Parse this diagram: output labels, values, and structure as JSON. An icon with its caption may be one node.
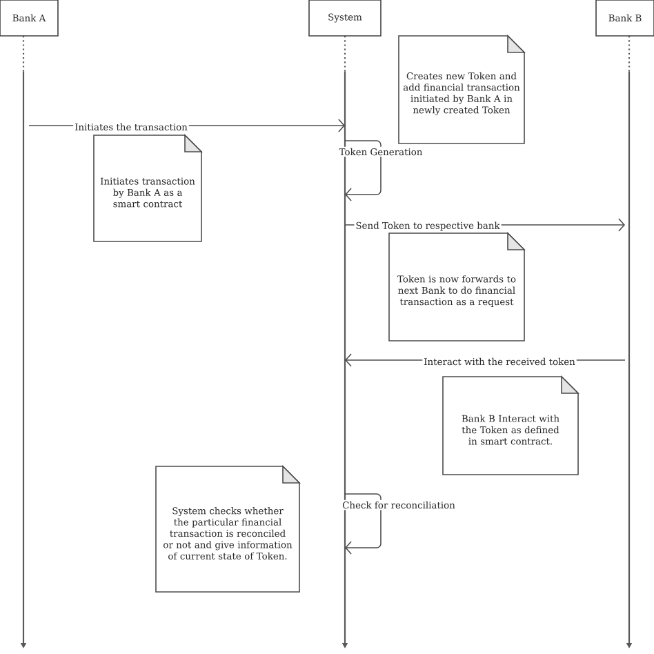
{
  "diagram": {
    "nodes": [
      {
        "text": [
          "Bank A"
        ]
      },
      {
        "text": [
          "System"
        ]
      },
      {
        "text": [
          "Bank B"
        ]
      },
      {
        "text": [
          "Creates new Token and add financial transaction initiated by Bank A in newly created Token"
        ]
      },
      {
        "text": [
          "Initiates transaction by Bank A as a smart contract"
        ]
      },
      {
        "text": [
          "Token is now forwards to next Bank to do financial transaction as a request"
        ]
      },
      {
        "text": [
          "Bank B Interact with the Token as defined in smart contract."
        ]
      },
      {
        "text": [
          "System checks whether the particular financial transaction is reconciled or not and give information of current state of Token."
        ]
      }
    ],
    "edges": [
      {
        "from": 0,
        "to": 1,
        "arrow": "to",
        "label": "Initiates the transaction"
      },
      {
        "from": 1,
        "to": 1,
        "arrow": "to",
        "label": "Token Generation"
      },
      {
        "from": 1,
        "to": 2,
        "arrow": "to",
        "label": "Send Token to respective bank"
      },
      {
        "from": 2,
        "to": 1,
        "arrow": "to",
        "label": "Interact with the received token"
      },
      {
        "from": 1,
        "to": 1,
        "arrow": "to",
        "label": "Check for reconciliation"
      }
    ]
  }
}
